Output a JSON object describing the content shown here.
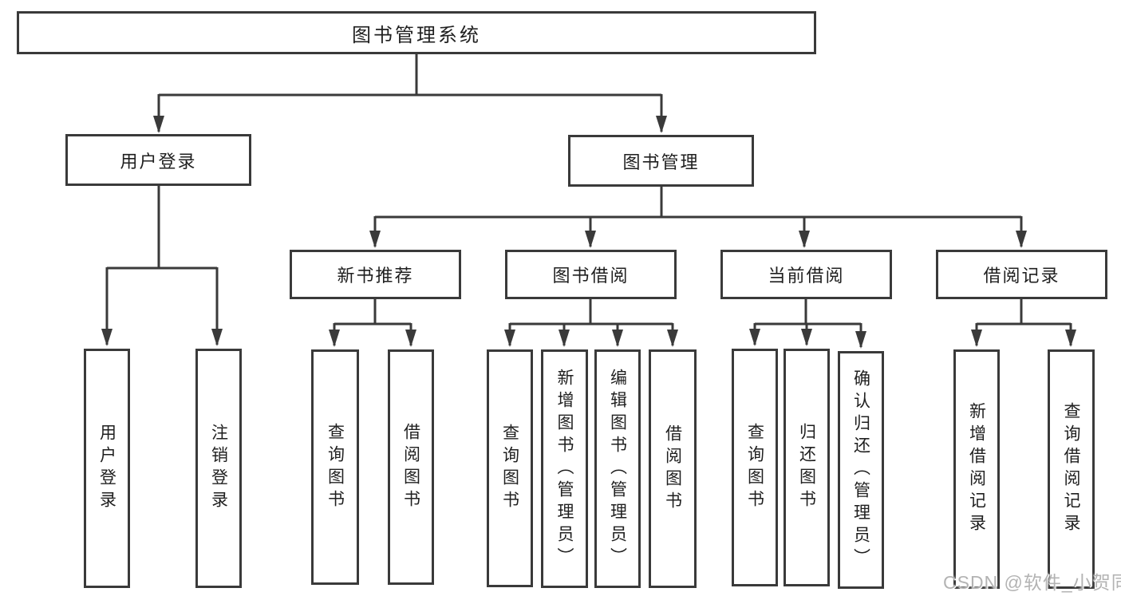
{
  "diagram_title": "图书管理系统",
  "tree": {
    "label": "图书管理系统",
    "children": [
      {
        "label": "用户登录",
        "children": [
          {
            "label": "用户登录"
          },
          {
            "label": "注销登录"
          }
        ]
      },
      {
        "label": "图书管理",
        "children": [
          {
            "label": "新书推荐",
            "children": [
              {
                "label": "查询图书"
              },
              {
                "label": "借阅图书"
              }
            ]
          },
          {
            "label": "图书借阅",
            "children": [
              {
                "label": "查询图书"
              },
              {
                "label": "新增图书（管理员）"
              },
              {
                "label": "编辑图书（管理员）"
              },
              {
                "label": "借阅图书"
              }
            ]
          },
          {
            "label": "当前借阅",
            "children": [
              {
                "label": "查询图书"
              },
              {
                "label": "归还图书"
              },
              {
                "label": "确认归还（管理员）"
              }
            ]
          },
          {
            "label": "借阅记录",
            "children": [
              {
                "label": "新增借阅记录"
              },
              {
                "label": "查询借阅记录"
              }
            ]
          }
        ]
      }
    ]
  },
  "watermark": "CSDN @软件_小贺同学",
  "colors": {
    "line": "#3a3a3a",
    "box_border": "#3a3a3a",
    "box_background": "#ffffff",
    "text": "#1f1f1f",
    "watermark": "#b3b3b3",
    "background": "#ffffff"
  }
}
